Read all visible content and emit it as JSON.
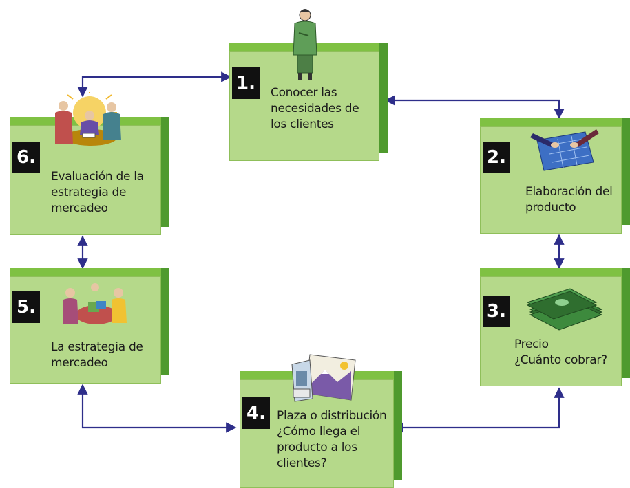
{
  "steps": {
    "s1": {
      "number": "1.",
      "lines": [
        "Conocer las",
        "necesidades de",
        "los clientes"
      ]
    },
    "s2": {
      "number": "2.",
      "lines": [
        "Elaboración del",
        "producto"
      ]
    },
    "s3": {
      "number": "3.",
      "lines": [
        "Precio",
        "¿Cuánto cobrar?"
      ]
    },
    "s4": {
      "number": "4.",
      "lines": [
        "Plaza o distribución",
        "¿Cómo llega el",
        "producto a los",
        "clientes?"
      ]
    },
    "s5": {
      "number": "5.",
      "lines": [
        "La estrategia de",
        "mercadeo"
      ]
    },
    "s6": {
      "number": "6.",
      "lines": [
        "Evaluación de la",
        "estrategia de",
        "mercadeo"
      ]
    }
  },
  "colors": {
    "box_front": "#b5d98a",
    "box_top": "#7fc143",
    "box_side": "#4f9a2e",
    "arrow": "#2e2e8a",
    "number_bg": "#111111"
  },
  "icons": {
    "s1": "thinking-woman-icon",
    "s2": "blueprint-handshake-icon",
    "s3": "money-stack-icon",
    "s4": "map-mountain-icon",
    "s5": "team-meeting-icon",
    "s6": "evaluation-meeting-icon"
  }
}
